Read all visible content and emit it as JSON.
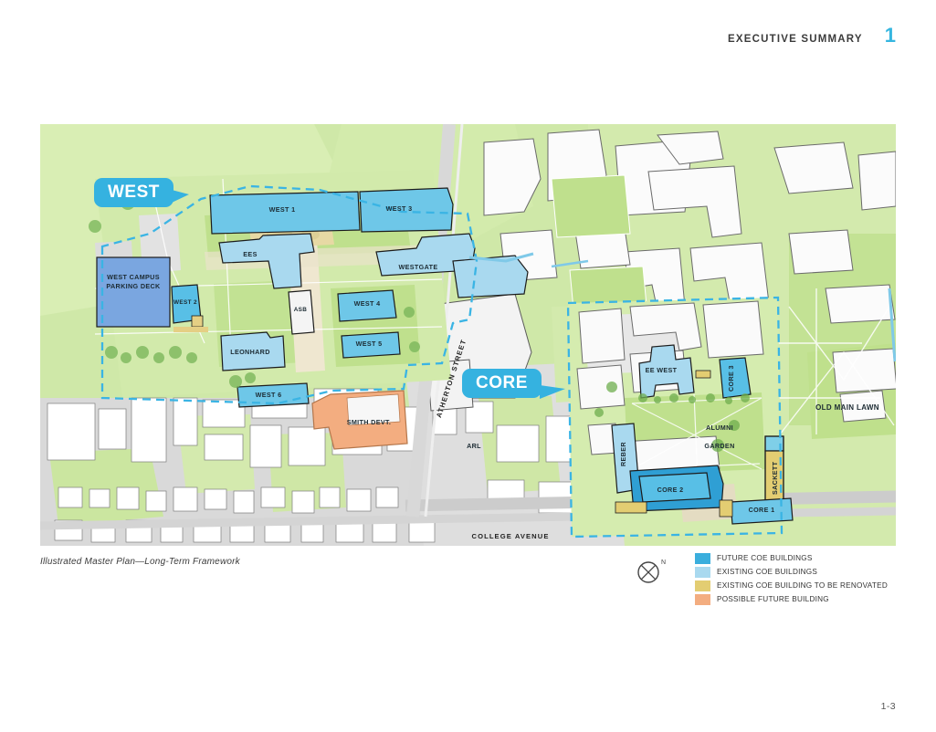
{
  "header": {
    "section_title": "EXECUTIVE SUMMARY",
    "chapter_number": "1",
    "accent_color": "#35b6e0"
  },
  "footer": {
    "page_number": "1-3"
  },
  "caption": "Illustrated Master Plan—Long-Term Framework",
  "north_arrow": {
    "label": "N"
  },
  "callouts": [
    {
      "label": "WEST"
    },
    {
      "label": "CORE"
    }
  ],
  "legend": {
    "items": [
      {
        "label": "FUTURE COE BUILDINGS",
        "color": "#3aaedd"
      },
      {
        "label": "EXISTING COE BUILDINGS",
        "color": "#a9d9ef"
      },
      {
        "label": "EXISTING COE BUILDING TO BE RENOVATED",
        "color": "#e3cd72"
      },
      {
        "label": "POSSIBLE FUTURE BUILDING",
        "color": "#f3ad80"
      }
    ]
  },
  "map": {
    "west_district": {
      "buildings": [
        {
          "name": "WEST 1",
          "type": "future"
        },
        {
          "name": "WEST 3",
          "type": "future"
        },
        {
          "name": "EES",
          "type": "existing"
        },
        {
          "name": "WESTGATE",
          "type": "existing"
        },
        {
          "name": "WEST CAMPUS PARKING DECK",
          "type": "future"
        },
        {
          "name": "WEST 2",
          "type": "future"
        },
        {
          "name": "ASB",
          "type": "other"
        },
        {
          "name": "WEST 4",
          "type": "future"
        },
        {
          "name": "WEST 5",
          "type": "future"
        },
        {
          "name": "LEONHARD",
          "type": "existing"
        },
        {
          "name": "WEST 6",
          "type": "future"
        },
        {
          "name": "SMITH DEVT.",
          "type": "possible-future"
        },
        {
          "name": "ARL",
          "type": "other"
        }
      ]
    },
    "core_district": {
      "buildings": [
        {
          "name": "EE WEST",
          "type": "existing"
        },
        {
          "name": "CORE 3",
          "type": "future"
        },
        {
          "name": "REBER",
          "type": "existing"
        },
        {
          "name": "SACKETT",
          "type": "renovated"
        },
        {
          "name": "CORE 2",
          "type": "future"
        },
        {
          "name": "CORE 1",
          "type": "future"
        }
      ],
      "open_space": [
        "ALUMNI",
        "GARDEN"
      ]
    },
    "other_places": [
      "OLD MAIN LAWN"
    ],
    "streets": [
      "ATHERTON STREET",
      "COLLEGE AVENUE"
    ]
  }
}
